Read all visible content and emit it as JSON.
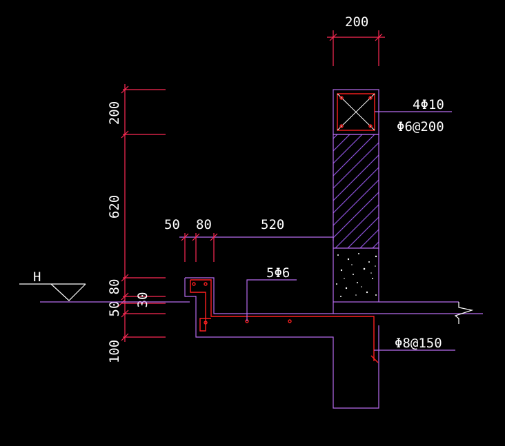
{
  "dimensions": {
    "top_width": "200",
    "vertical": [
      "200",
      "620",
      "80",
      "50",
      "100"
    ],
    "side_small": "30",
    "horizontal": [
      "50",
      "80",
      "520"
    ]
  },
  "rebar_labels": {
    "corner_bars": "4Φ10",
    "stirrups": "Φ6@200",
    "ledge_bars": "5Φ6",
    "slab_bars": "Φ8@150"
  },
  "level_mark": "H",
  "colors": {
    "background": "#000000",
    "dimension": "#ff2a55",
    "outline": "#b86cf0",
    "rebar": "#ff2020",
    "text": "#ffffff",
    "hatch": "#8a50d8"
  }
}
